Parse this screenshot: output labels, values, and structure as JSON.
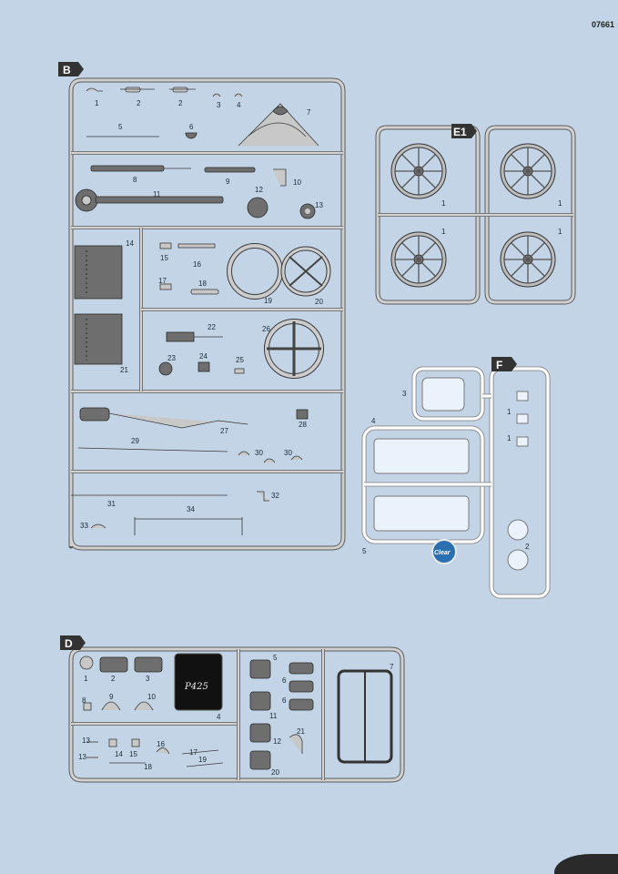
{
  "page_code": "07661",
  "sprues": [
    {
      "id": "B",
      "label": "B",
      "part_numbers": [
        "1",
        "2",
        "2",
        "3",
        "4",
        "5",
        "6",
        "7",
        "8",
        "9",
        "10",
        "11",
        "12",
        "13",
        "14",
        "15",
        "16",
        "17",
        "18",
        "19",
        "20",
        "21",
        "22",
        "23",
        "24",
        "25",
        "26",
        "27",
        "28",
        "29",
        "30",
        "30",
        "31",
        "32",
        "33",
        "34"
      ]
    },
    {
      "id": "E1",
      "label": "E1",
      "part_numbers": [
        "1",
        "1",
        "1",
        "1"
      ]
    },
    {
      "id": "F",
      "label": "F",
      "part_numbers": [
        "3",
        "4",
        "1",
        "1",
        "5",
        "2"
      ],
      "material_badge": "Clear"
    },
    {
      "id": "D",
      "label": "D",
      "part_numbers": [
        "1",
        "2",
        "3",
        "4",
        "5",
        "6",
        "6",
        "7",
        "8",
        "9",
        "10",
        "11",
        "12",
        "13",
        "13",
        "14",
        "15",
        "16",
        "17",
        "18",
        "19",
        "20",
        "21"
      ],
      "decal_text": "P425"
    }
  ],
  "colors": {
    "page": "#c2d4e6",
    "sprue": "#5a5a5a",
    "tag": "#333333",
    "clear_badge": "#2a6fb0"
  }
}
